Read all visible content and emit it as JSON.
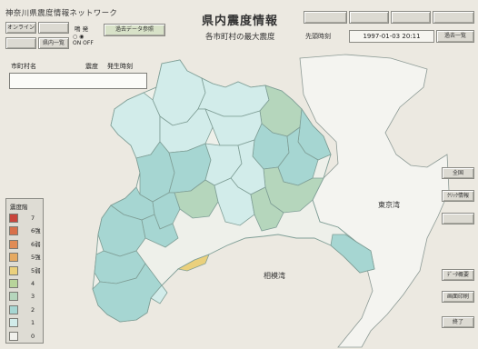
{
  "header": {
    "app_title": "神奈川県震度情報ネットワーク",
    "page_title": "県内震度情報",
    "subtitle": "各市町村の最大震度",
    "time_label": "先頭時刻",
    "datetime": "1997-01-03 20:11",
    "top_tabs": [
      "",
      "",
      "",
      ""
    ],
    "list_button": "過去一覧"
  },
  "controls": {
    "online_button": "オンライン",
    "button_left_2": "",
    "button_left_3": "",
    "list_button_2": "県内一覧",
    "past_data_button": "過去データ参照",
    "alarm_label": "鳴 発",
    "alarm_on": "ON",
    "alarm_off": "OFF"
  },
  "table": {
    "col_municipality": "市町村名",
    "col_intensity": "震度",
    "col_time": "発生時刻"
  },
  "legend": {
    "title": "震度階",
    "items": [
      {
        "label": "7",
        "color": "#c9453c"
      },
      {
        "label": "6強",
        "color": "#d8704a"
      },
      {
        "label": "6弱",
        "color": "#e08c56"
      },
      {
        "label": "5強",
        "color": "#e6aa62"
      },
      {
        "label": "5弱",
        "color": "#ead07c"
      },
      {
        "label": "4",
        "color": "#b7d49a"
      },
      {
        "label": "3",
        "color": "#b5d6bc"
      },
      {
        "label": "2",
        "color": "#a6d6d2"
      },
      {
        "label": "1",
        "color": "#d2ecea"
      },
      {
        "label": "0",
        "color": "#f1f1ec"
      }
    ]
  },
  "map": {
    "bay_east": "東京湾",
    "bay_south": "相模湾"
  },
  "right_buttons": {
    "all": "全国",
    "b2": "ｸﾘｯｸ情報",
    "b3": "",
    "b4": "ﾃﾞｰﾀ概要",
    "b5": "画面印刷",
    "end": "終了"
  }
}
